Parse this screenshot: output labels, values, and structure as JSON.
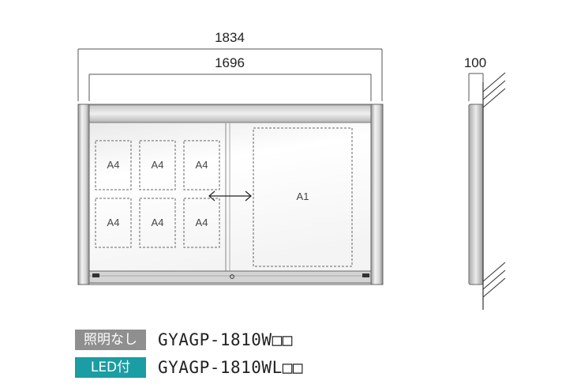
{
  "dimensions": {
    "overall_width": "1834",
    "inner_width": "1696",
    "depth": "100"
  },
  "slots": {
    "small": [
      "A4",
      "A4",
      "A4",
      "A4",
      "A4",
      "A4"
    ],
    "large": "A1"
  },
  "colors": {
    "frame": "#8a8a8a",
    "gray_badge": "#8f8f8f",
    "teal_badge": "#1a9da3"
  },
  "variants": [
    {
      "badge": "照明なし",
      "model": "GYAGP-1810W□□"
    },
    {
      "badge": "LED付",
      "model": "GYAGP-1810WL□□"
    }
  ]
}
